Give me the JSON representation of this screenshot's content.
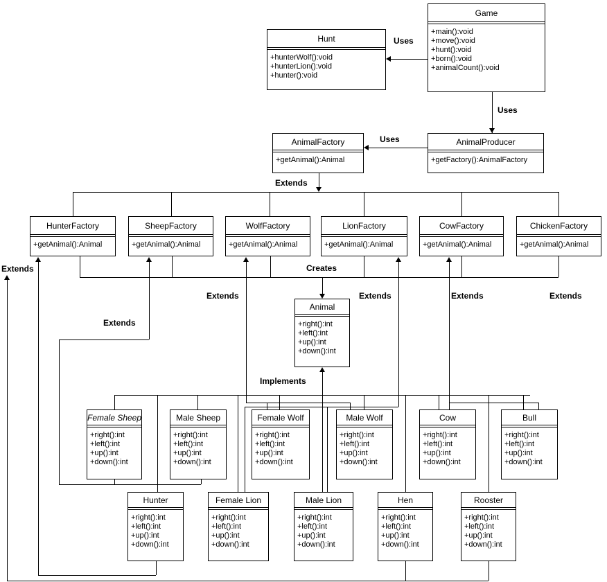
{
  "diagram": {
    "kind": "uml-class-diagram",
    "line_color": "#000000",
    "background": "#ffffff"
  },
  "classes": [
    {
      "id": "game",
      "name": "Game",
      "italic": false,
      "methods": [
        "+main():void",
        "+move():void",
        "+hunt():void",
        "+born():void",
        "+animalCount():void"
      ]
    },
    {
      "id": "hunt",
      "name": "Hunt",
      "italic": false,
      "methods": [
        "+hunterWolf():void",
        "+hunterLion():void",
        "+hunter():void"
      ]
    },
    {
      "id": "animalFactory",
      "name": "AnimalFactory",
      "italic": false,
      "methods": [
        "+getAnimal():Animal"
      ]
    },
    {
      "id": "animalProducer",
      "name": "AnimalProducer",
      "italic": false,
      "methods": [
        "+getFactory():AnimalFactory"
      ]
    },
    {
      "id": "hunterFactory",
      "name": "HunterFactory",
      "italic": false,
      "methods": [
        "+getAnimal():Animal"
      ]
    },
    {
      "id": "sheepFactory",
      "name": "SheepFactory",
      "italic": false,
      "methods": [
        "+getAnimal():Animal"
      ]
    },
    {
      "id": "wolfFactory",
      "name": "WolfFactory",
      "italic": false,
      "methods": [
        "+getAnimal():Animal"
      ]
    },
    {
      "id": "lionFactory",
      "name": "LionFactory",
      "italic": false,
      "methods": [
        "+getAnimal():Animal"
      ]
    },
    {
      "id": "cowFactory",
      "name": "CowFactory",
      "italic": false,
      "methods": [
        "+getAnimal():Animal"
      ]
    },
    {
      "id": "chickenFactory",
      "name": "ChickenFactory",
      "italic": false,
      "methods": [
        "+getAnimal():Animal"
      ]
    },
    {
      "id": "animal",
      "name": "Animal",
      "italic": false,
      "methods": [
        "+right():int",
        "+left():int",
        "+up():int",
        "+down():int"
      ]
    },
    {
      "id": "femaleSheep",
      "name": "Female Sheep",
      "italic": true,
      "methods": [
        "+right():int",
        "+left():int",
        "+up():int",
        "+down():int"
      ]
    },
    {
      "id": "maleSheep",
      "name": "Male Sheep",
      "italic": false,
      "methods": [
        "+right():int",
        "+left():int",
        "+up():int",
        "+down():int"
      ]
    },
    {
      "id": "femaleWolf",
      "name": "Female Wolf",
      "italic": false,
      "methods": [
        "+right():int",
        "+left():int",
        "+up():int",
        "+down():int"
      ]
    },
    {
      "id": "maleWolf",
      "name": "Male Wolf",
      "italic": false,
      "methods": [
        "+right():int",
        "+left():int",
        "+up():int",
        "+down():int"
      ]
    },
    {
      "id": "cow",
      "name": "Cow",
      "italic": false,
      "methods": [
        "+right():int",
        "+left():int",
        "+up():int",
        "+down():int"
      ]
    },
    {
      "id": "bull",
      "name": "Bull",
      "italic": false,
      "methods": [
        "+right():int",
        "+left():int",
        "+up():int",
        "+down():int"
      ]
    },
    {
      "id": "hunter",
      "name": "Hunter",
      "italic": false,
      "methods": [
        "+right():int",
        "+left():int",
        "+up():int",
        "+down():int"
      ]
    },
    {
      "id": "femaleLion",
      "name": "Female Lion",
      "italic": false,
      "methods": [
        "+right():int",
        "+left():int",
        "+up():int",
        "+down():int"
      ]
    },
    {
      "id": "maleLion",
      "name": "Male Lion",
      "italic": false,
      "methods": [
        "+right():int",
        "+left():int",
        "+up():int",
        "+down():int"
      ]
    },
    {
      "id": "hen",
      "name": "Hen",
      "italic": false,
      "methods": [
        "+right():int",
        "+left():int",
        "+up():int",
        "+down():int"
      ]
    },
    {
      "id": "rooster",
      "name": "Rooster",
      "italic": false,
      "methods": [
        "+right():int",
        "+left():int",
        "+up():int",
        "+down():int"
      ]
    }
  ],
  "edge_labels": {
    "uses_game_hunt": "Uses",
    "uses_game_producer": "Uses",
    "uses_producer_factory": "Uses",
    "extends_factories": "Extends",
    "creates": "Creates",
    "implements": "Implements",
    "extends_hunter": "Extends",
    "extends_sheep": "Extends",
    "extends_wolf": "Extends",
    "extends_lion": "Extends",
    "extends_cow": "Extends",
    "extends_chicken": "Extends"
  }
}
